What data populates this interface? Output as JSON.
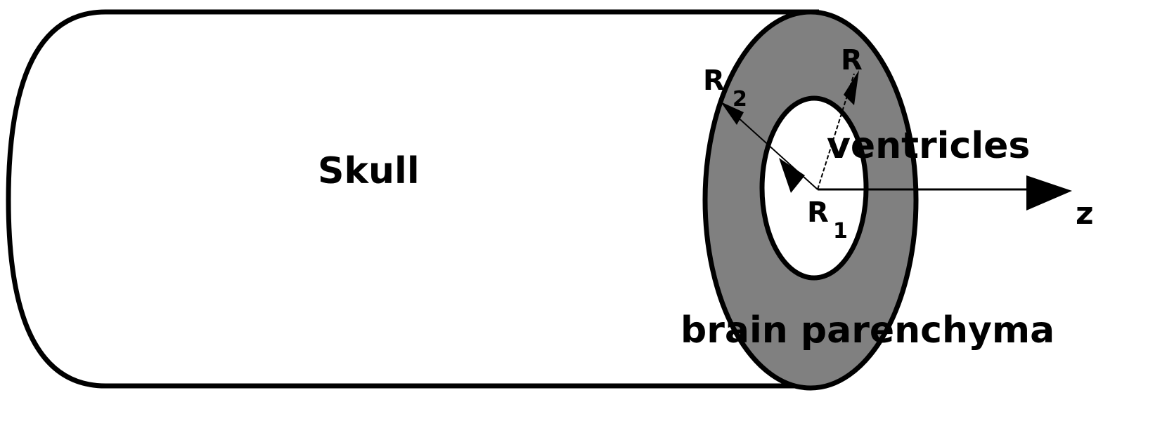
{
  "labels": {
    "skull": "Skull",
    "ventricles": "ventricles",
    "brain_parenchyma": "brain parenchyma",
    "r": "R",
    "r1_base": "R",
    "r1_sub": "1",
    "r2_base": "R",
    "r2_sub": "2",
    "z_axis": "z"
  },
  "colors": {
    "parenchyma": "#808080",
    "outline": "#000000",
    "background": "#ffffff"
  }
}
